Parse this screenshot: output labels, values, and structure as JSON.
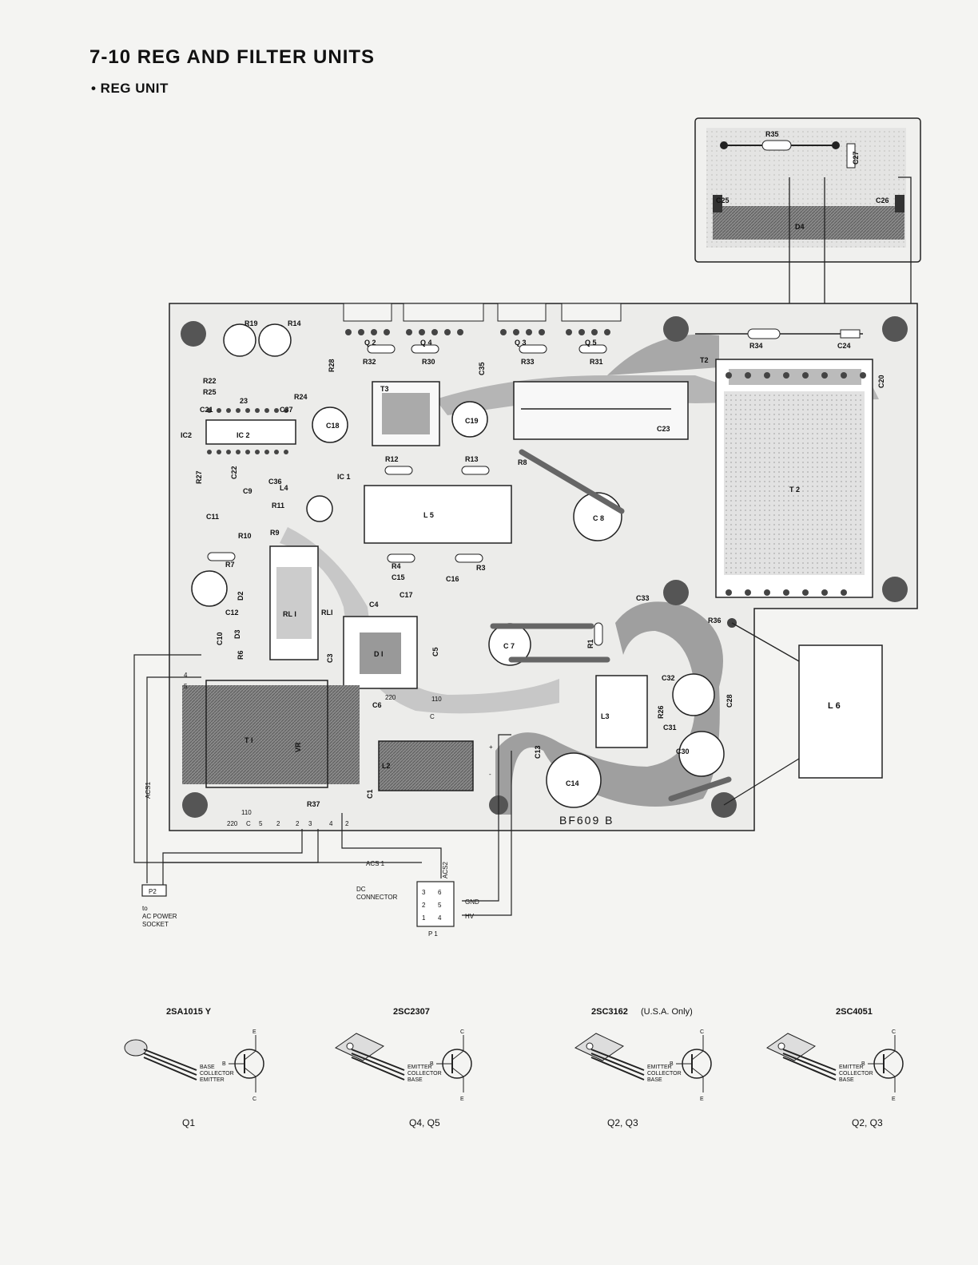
{
  "header": {
    "title": "7-10 REG AND FILTER UNITS",
    "subtitle": "• REG UNIT"
  },
  "subboard": {
    "labels": [
      "R35",
      "C27",
      "C25",
      "C26",
      "D4"
    ]
  },
  "main_board": {
    "board_code": "BF609 B",
    "components": [
      {
        "id": "R19",
        "label": "R19"
      },
      {
        "id": "R14",
        "label": "R14"
      },
      {
        "id": "Q2",
        "label": "Q 2"
      },
      {
        "id": "Q4",
        "label": "Q 4"
      },
      {
        "id": "Q3",
        "label": "Q 3"
      },
      {
        "id": "Q5",
        "label": "Q 5"
      },
      {
        "id": "R32",
        "label": "R32"
      },
      {
        "id": "R30",
        "label": "R30"
      },
      {
        "id": "R33",
        "label": "R33"
      },
      {
        "id": "R31",
        "label": "R31"
      },
      {
        "id": "R28",
        "label": "R28"
      },
      {
        "id": "C35",
        "label": "C35"
      },
      {
        "id": "R22",
        "label": "R22"
      },
      {
        "id": "R25",
        "label": "R25"
      },
      {
        "id": "R23",
        "label": "23"
      },
      {
        "id": "R24",
        "label": "R24"
      },
      {
        "id": "C21",
        "label": "C21"
      },
      {
        "id": "C37",
        "label": "C37"
      },
      {
        "id": "IC2",
        "label": "IC2"
      },
      {
        "id": "IC2b",
        "label": "IC 2"
      },
      {
        "id": "T3",
        "label": "T3"
      },
      {
        "id": "C18",
        "label": "C18"
      },
      {
        "id": "C19",
        "label": "C19"
      },
      {
        "id": "C23",
        "label": "C23"
      },
      {
        "id": "R34",
        "label": "R34"
      },
      {
        "id": "C24",
        "label": "C24"
      },
      {
        "id": "T2",
        "label": "T2"
      },
      {
        "id": "T2b",
        "label": "T 2"
      },
      {
        "id": "C20",
        "label": "C20"
      },
      {
        "id": "R12",
        "label": "R12"
      },
      {
        "id": "R13",
        "label": "R13"
      },
      {
        "id": "R8",
        "label": "R8"
      },
      {
        "id": "C8",
        "label": "C 8"
      },
      {
        "id": "R27",
        "label": "R27"
      },
      {
        "id": "C22",
        "label": "C22"
      },
      {
        "id": "C36",
        "label": "C36"
      },
      {
        "id": "L4",
        "label": "L4"
      },
      {
        "id": "IC1",
        "label": "IC 1"
      },
      {
        "id": "C9",
        "label": "C9"
      },
      {
        "id": "R11",
        "label": "R11"
      },
      {
        "id": "C11",
        "label": "C11"
      },
      {
        "id": "L5",
        "label": "L 5"
      },
      {
        "id": "R10",
        "label": "R10"
      },
      {
        "id": "R9",
        "label": "R9"
      },
      {
        "id": "R7",
        "label": "R7"
      },
      {
        "id": "R4",
        "label": "R4"
      },
      {
        "id": "R3",
        "label": "R3"
      },
      {
        "id": "C15",
        "label": "C15"
      },
      {
        "id": "C16",
        "label": "C16"
      },
      {
        "id": "C17",
        "label": "C17"
      },
      {
        "id": "D2",
        "label": "D2"
      },
      {
        "id": "C12",
        "label": "C12"
      },
      {
        "id": "RL1",
        "label": "RL I"
      },
      {
        "id": "RL1b",
        "label": "RLI"
      },
      {
        "id": "C4",
        "label": "C4"
      },
      {
        "id": "D1",
        "label": "D I"
      },
      {
        "id": "C3",
        "label": "C3"
      },
      {
        "id": "C5",
        "label": "C5"
      },
      {
        "id": "C7",
        "label": "C 7"
      },
      {
        "id": "R1",
        "label": "R1"
      },
      {
        "id": "C33",
        "label": "C33"
      },
      {
        "id": "R36",
        "label": "R36"
      },
      {
        "id": "C10",
        "label": "C10"
      },
      {
        "id": "D3",
        "label": "D3"
      },
      {
        "id": "R6",
        "label": "R6"
      },
      {
        "id": "C32",
        "label": "C32"
      },
      {
        "id": "L3",
        "label": "L3"
      },
      {
        "id": "R26",
        "label": "R26"
      },
      {
        "id": "C31",
        "label": "C31"
      },
      {
        "id": "C28",
        "label": "C28"
      },
      {
        "id": "C30",
        "label": "C30"
      },
      {
        "id": "C6",
        "label": "C6"
      },
      {
        "id": "T1",
        "label": "T I"
      },
      {
        "id": "VR",
        "label": "VR"
      },
      {
        "id": "L2",
        "label": "L2"
      },
      {
        "id": "C13",
        "label": "C13"
      },
      {
        "id": "C14",
        "label": "C14"
      },
      {
        "id": "R37",
        "label": "R37"
      },
      {
        "id": "C1",
        "label": "C1"
      }
    ],
    "pins": [
      "5",
      "4",
      "110",
      "220",
      "C",
      "5",
      "2",
      "2",
      "3",
      "4",
      "2",
      "220",
      "110",
      "C",
      "+",
      "-"
    ]
  },
  "l6": {
    "label": "L 6"
  },
  "wiring": {
    "acs1_vertical": "ACS1",
    "acs1": "ACS 1",
    "acs2": "ACS2",
    "p2": "P2",
    "p2_caption": [
      "to",
      "AC POWER",
      "SOCKET"
    ],
    "dc_connector": [
      "DC",
      "CONNECTOR"
    ],
    "gnd": "GND",
    "hv": "HV",
    "p1": "P 1",
    "connector_pins": [
      "3",
      "6",
      "2",
      "5",
      "1",
      "4"
    ]
  },
  "transistors": [
    {
      "part": "2SA1015 Y",
      "note": "",
      "leads": [
        "BASE",
        "COLLECTOR",
        "EMITTER"
      ],
      "symbol_pins": [
        "E",
        "B",
        "C"
      ],
      "ref": "Q1"
    },
    {
      "part": "2SC2307",
      "note": "",
      "leads": [
        "EMITTER",
        "COLLECTOR",
        "BASE"
      ],
      "symbol_pins": [
        "C",
        "B",
        "E"
      ],
      "ref": "Q4, Q5"
    },
    {
      "part": "2SC3162",
      "note": "(U.S.A. Only)",
      "leads": [
        "EMITTER",
        "COLLECTOR",
        "BASE"
      ],
      "symbol_pins": [
        "C",
        "B",
        "E"
      ],
      "ref": "Q2, Q3"
    },
    {
      "part": "2SC4051",
      "note": "",
      "leads": [
        "EMITTER",
        "COLLECTOR",
        "BASE"
      ],
      "symbol_pins": [
        "C",
        "B",
        "E"
      ],
      "ref": "Q2, Q3"
    }
  ],
  "colors": {
    "ink": "#1a1a1a",
    "paper": "#f4f4f2",
    "trace": "#9a9a9a",
    "copper": "#6f6f6f"
  }
}
